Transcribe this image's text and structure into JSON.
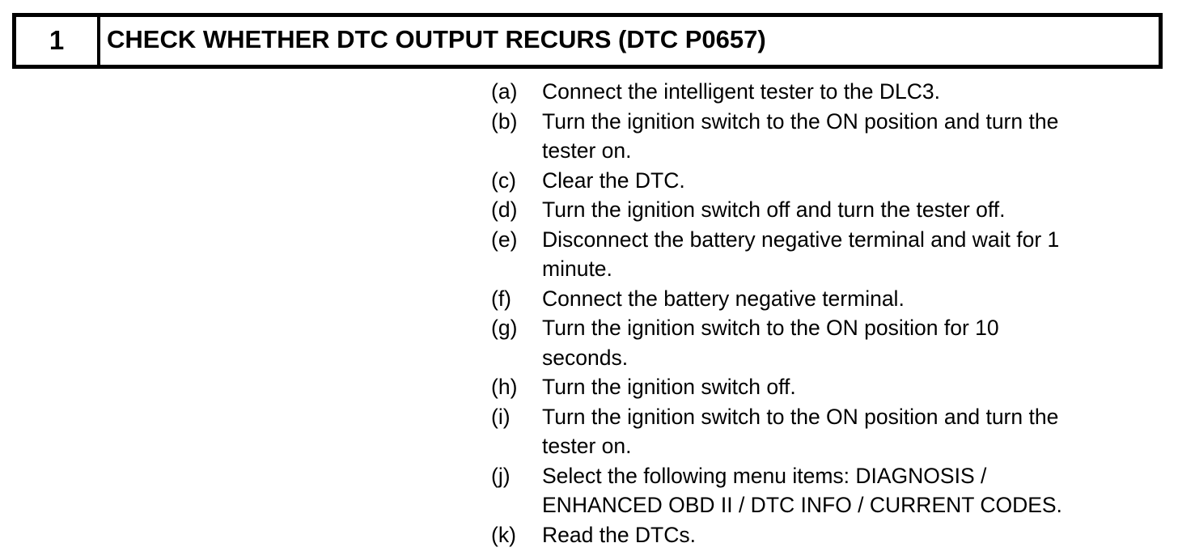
{
  "page": {
    "step": {
      "number": "1",
      "title": "CHECK WHETHER DTC OUTPUT RECURS (DTC P0657)"
    },
    "procedure": {
      "items": [
        {
          "label": "(a)",
          "text": "Connect the intelligent tester to the DLC3."
        },
        {
          "label": "(b)",
          "text": "Turn the ignition switch to the ON position and turn the\ntester on."
        },
        {
          "label": "(c)",
          "text": "Clear the DTC."
        },
        {
          "label": "(d)",
          "text": "Turn the ignition switch off and turn the tester off."
        },
        {
          "label": "(e)",
          "text": "Disconnect the battery negative terminal and wait for 1\nminute."
        },
        {
          "label": "(f)",
          "text": "Connect the battery negative terminal."
        },
        {
          "label": "(g)",
          "text": "Turn the ignition switch to the ON position for 10\nseconds."
        },
        {
          "label": "(h)",
          "text": "Turn the ignition switch off."
        },
        {
          "label": "(i)",
          "text": "Turn the ignition switch to the ON position and turn the\ntester on."
        },
        {
          "label": "(j)",
          "text": "Select the following menu items: DIAGNOSIS /\nENHANCED OBD II / DTC INFO / CURRENT CODES."
        },
        {
          "label": "(k)",
          "text": "Read the DTCs."
        }
      ]
    }
  }
}
